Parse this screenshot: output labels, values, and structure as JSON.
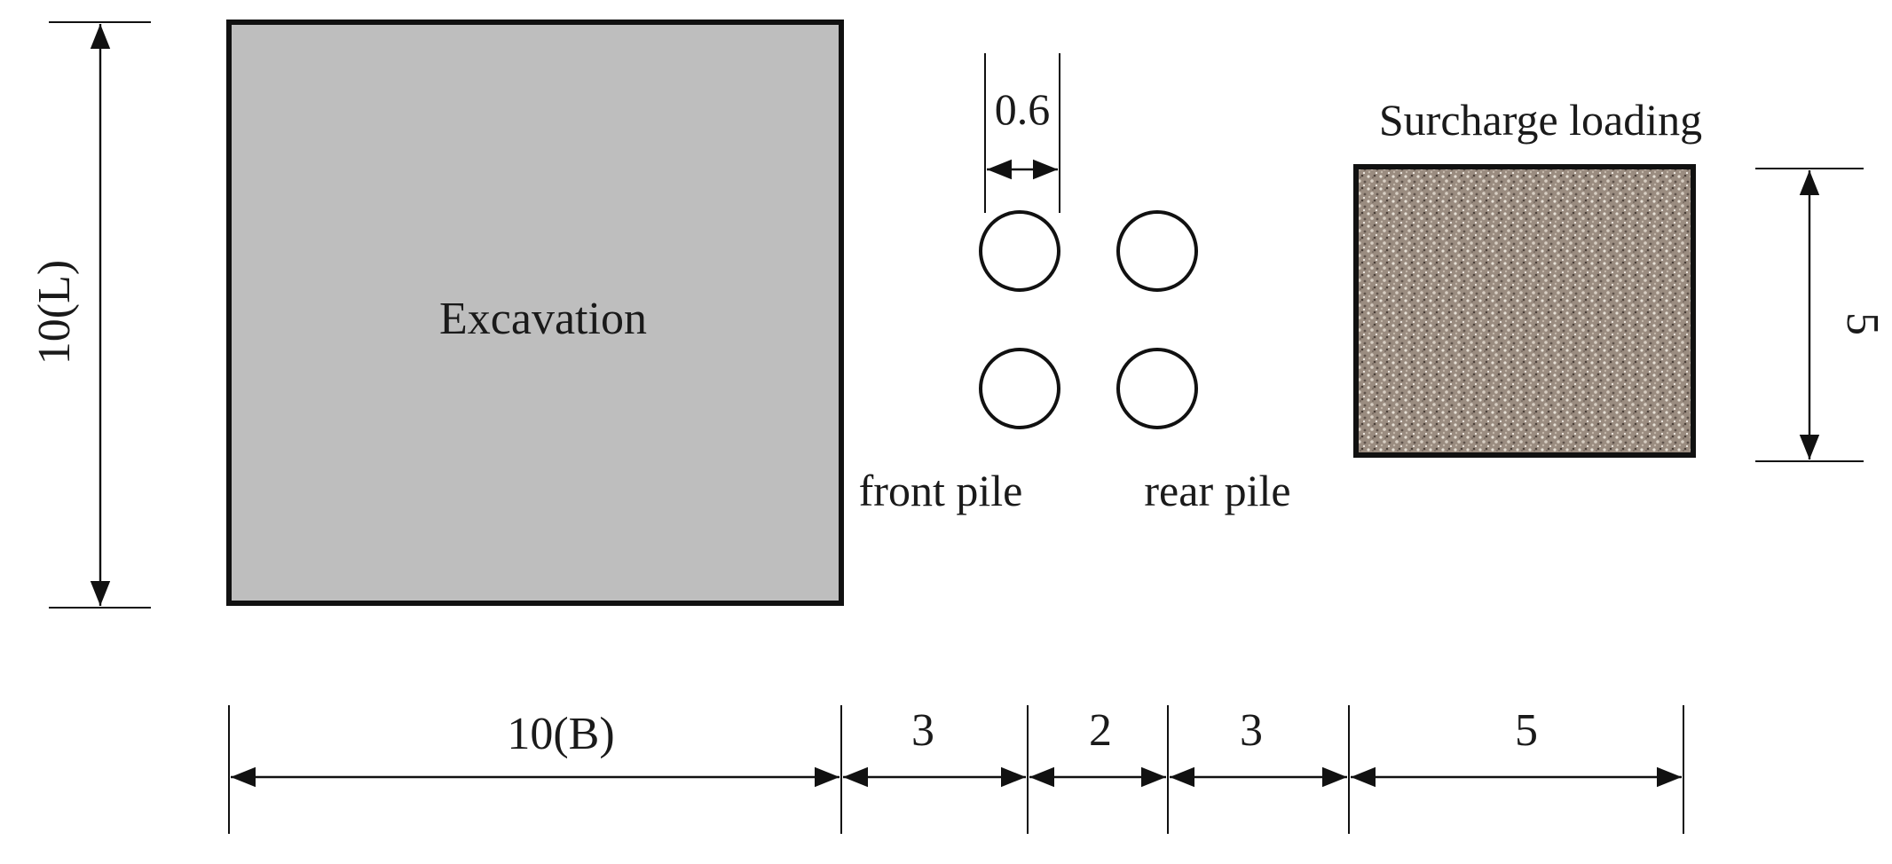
{
  "diagram": {
    "excavation_label": "Excavation",
    "surcharge_label": "Surcharge loading",
    "front_pile_label": "front pile",
    "rear_pile_label": "rear pile",
    "dim_length": "10(L)",
    "dim_pile_diameter": "0.6",
    "dim_surcharge_height": "5",
    "dim_width": "10(B)",
    "dim_gap_front": "3",
    "dim_pile_spacing": "2",
    "dim_gap_rear": "3",
    "dim_surcharge_width": "5"
  },
  "colors": {
    "excavation_fill": "#bebebe",
    "surcharge_base": "#9a8c80",
    "outline": "#111111"
  }
}
